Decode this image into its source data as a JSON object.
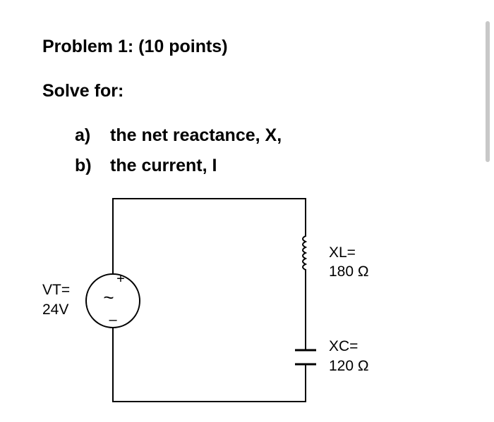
{
  "problem": {
    "title": "Problem 1: (10 points)",
    "instruction": "Solve for:",
    "items": [
      {
        "letter": "a)",
        "text": "the net reactance, X,"
      },
      {
        "letter": "b)",
        "text": "the current, I"
      }
    ]
  },
  "circuit": {
    "source": {
      "name": "VT=",
      "value": "24V",
      "plus": "+",
      "minus": "–",
      "wave": "~"
    },
    "inductor": {
      "name": "XL=",
      "value": "180 Ω"
    },
    "capacitor": {
      "name": "XC=",
      "value": "120 Ω"
    }
  }
}
